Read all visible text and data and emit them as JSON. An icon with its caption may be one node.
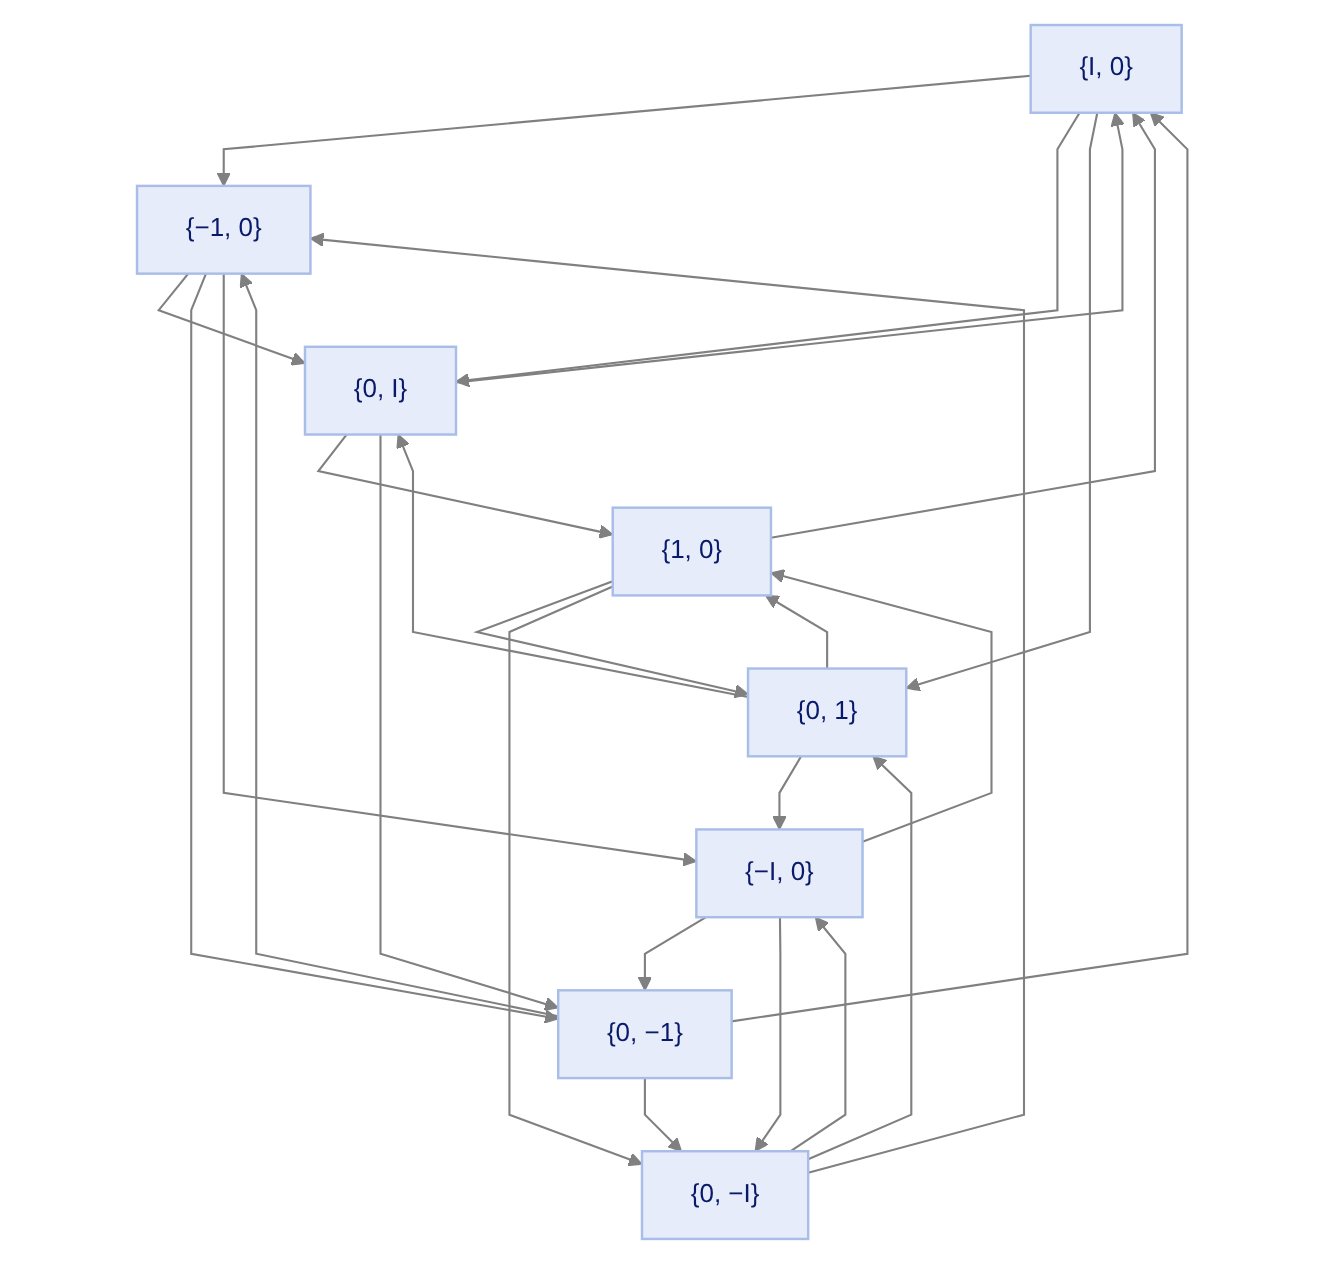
{
  "diagram": {
    "nodes": [
      {
        "text": [
          "{I, 0}"
        ]
      },
      {
        "text": [
          "{−1, 0}"
        ]
      },
      {
        "text": [
          "{0, I}"
        ]
      },
      {
        "text": [
          "{1, 0}"
        ]
      },
      {
        "text": [
          "{0, −1}"
        ]
      },
      {
        "text": [
          "{0, −I}"
        ]
      },
      {
        "text": [
          "{0, 1}"
        ]
      },
      {
        "text": [
          "{−I, 0}"
        ]
      }
    ],
    "edges": [
      {
        "from": 0,
        "to": 1,
        "arrow": "to"
      },
      {
        "from": 4,
        "to": 0,
        "arrow": "to"
      },
      {
        "from": 2,
        "to": 0,
        "arrow": "to"
      },
      {
        "from": 0,
        "to": 2,
        "arrow": "to"
      },
      {
        "from": 0,
        "to": 6,
        "arrow": "to"
      },
      {
        "from": 3,
        "to": 0,
        "arrow": "to"
      },
      {
        "from": 1,
        "to": 2,
        "arrow": "to"
      },
      {
        "from": 2,
        "to": 3,
        "arrow": "to"
      },
      {
        "from": 2,
        "to": 4,
        "arrow": "to"
      },
      {
        "from": 6,
        "to": 2,
        "arrow": "to"
      },
      {
        "from": 1,
        "to": 4,
        "arrow": "to"
      },
      {
        "from": 4,
        "to": 1,
        "arrow": "to"
      },
      {
        "from": 3,
        "to": 6,
        "arrow": "to"
      },
      {
        "from": 6,
        "to": 3,
        "arrow": "to"
      },
      {
        "from": 1,
        "to": 7,
        "arrow": "to"
      },
      {
        "from": 5,
        "to": 1,
        "arrow": "to"
      },
      {
        "from": 3,
        "to": 5,
        "arrow": "to"
      },
      {
        "from": 7,
        "to": 3,
        "arrow": "to"
      },
      {
        "from": 4,
        "to": 5,
        "arrow": "to"
      },
      {
        "from": 5,
        "to": 6,
        "arrow": "to"
      },
      {
        "from": 7,
        "to": 4,
        "arrow": "to"
      },
      {
        "from": 7,
        "to": 5,
        "arrow": "to"
      },
      {
        "from": 5,
        "to": 7,
        "arrow": "to"
      },
      {
        "from": 6,
        "to": 7,
        "arrow": "to"
      }
    ]
  }
}
